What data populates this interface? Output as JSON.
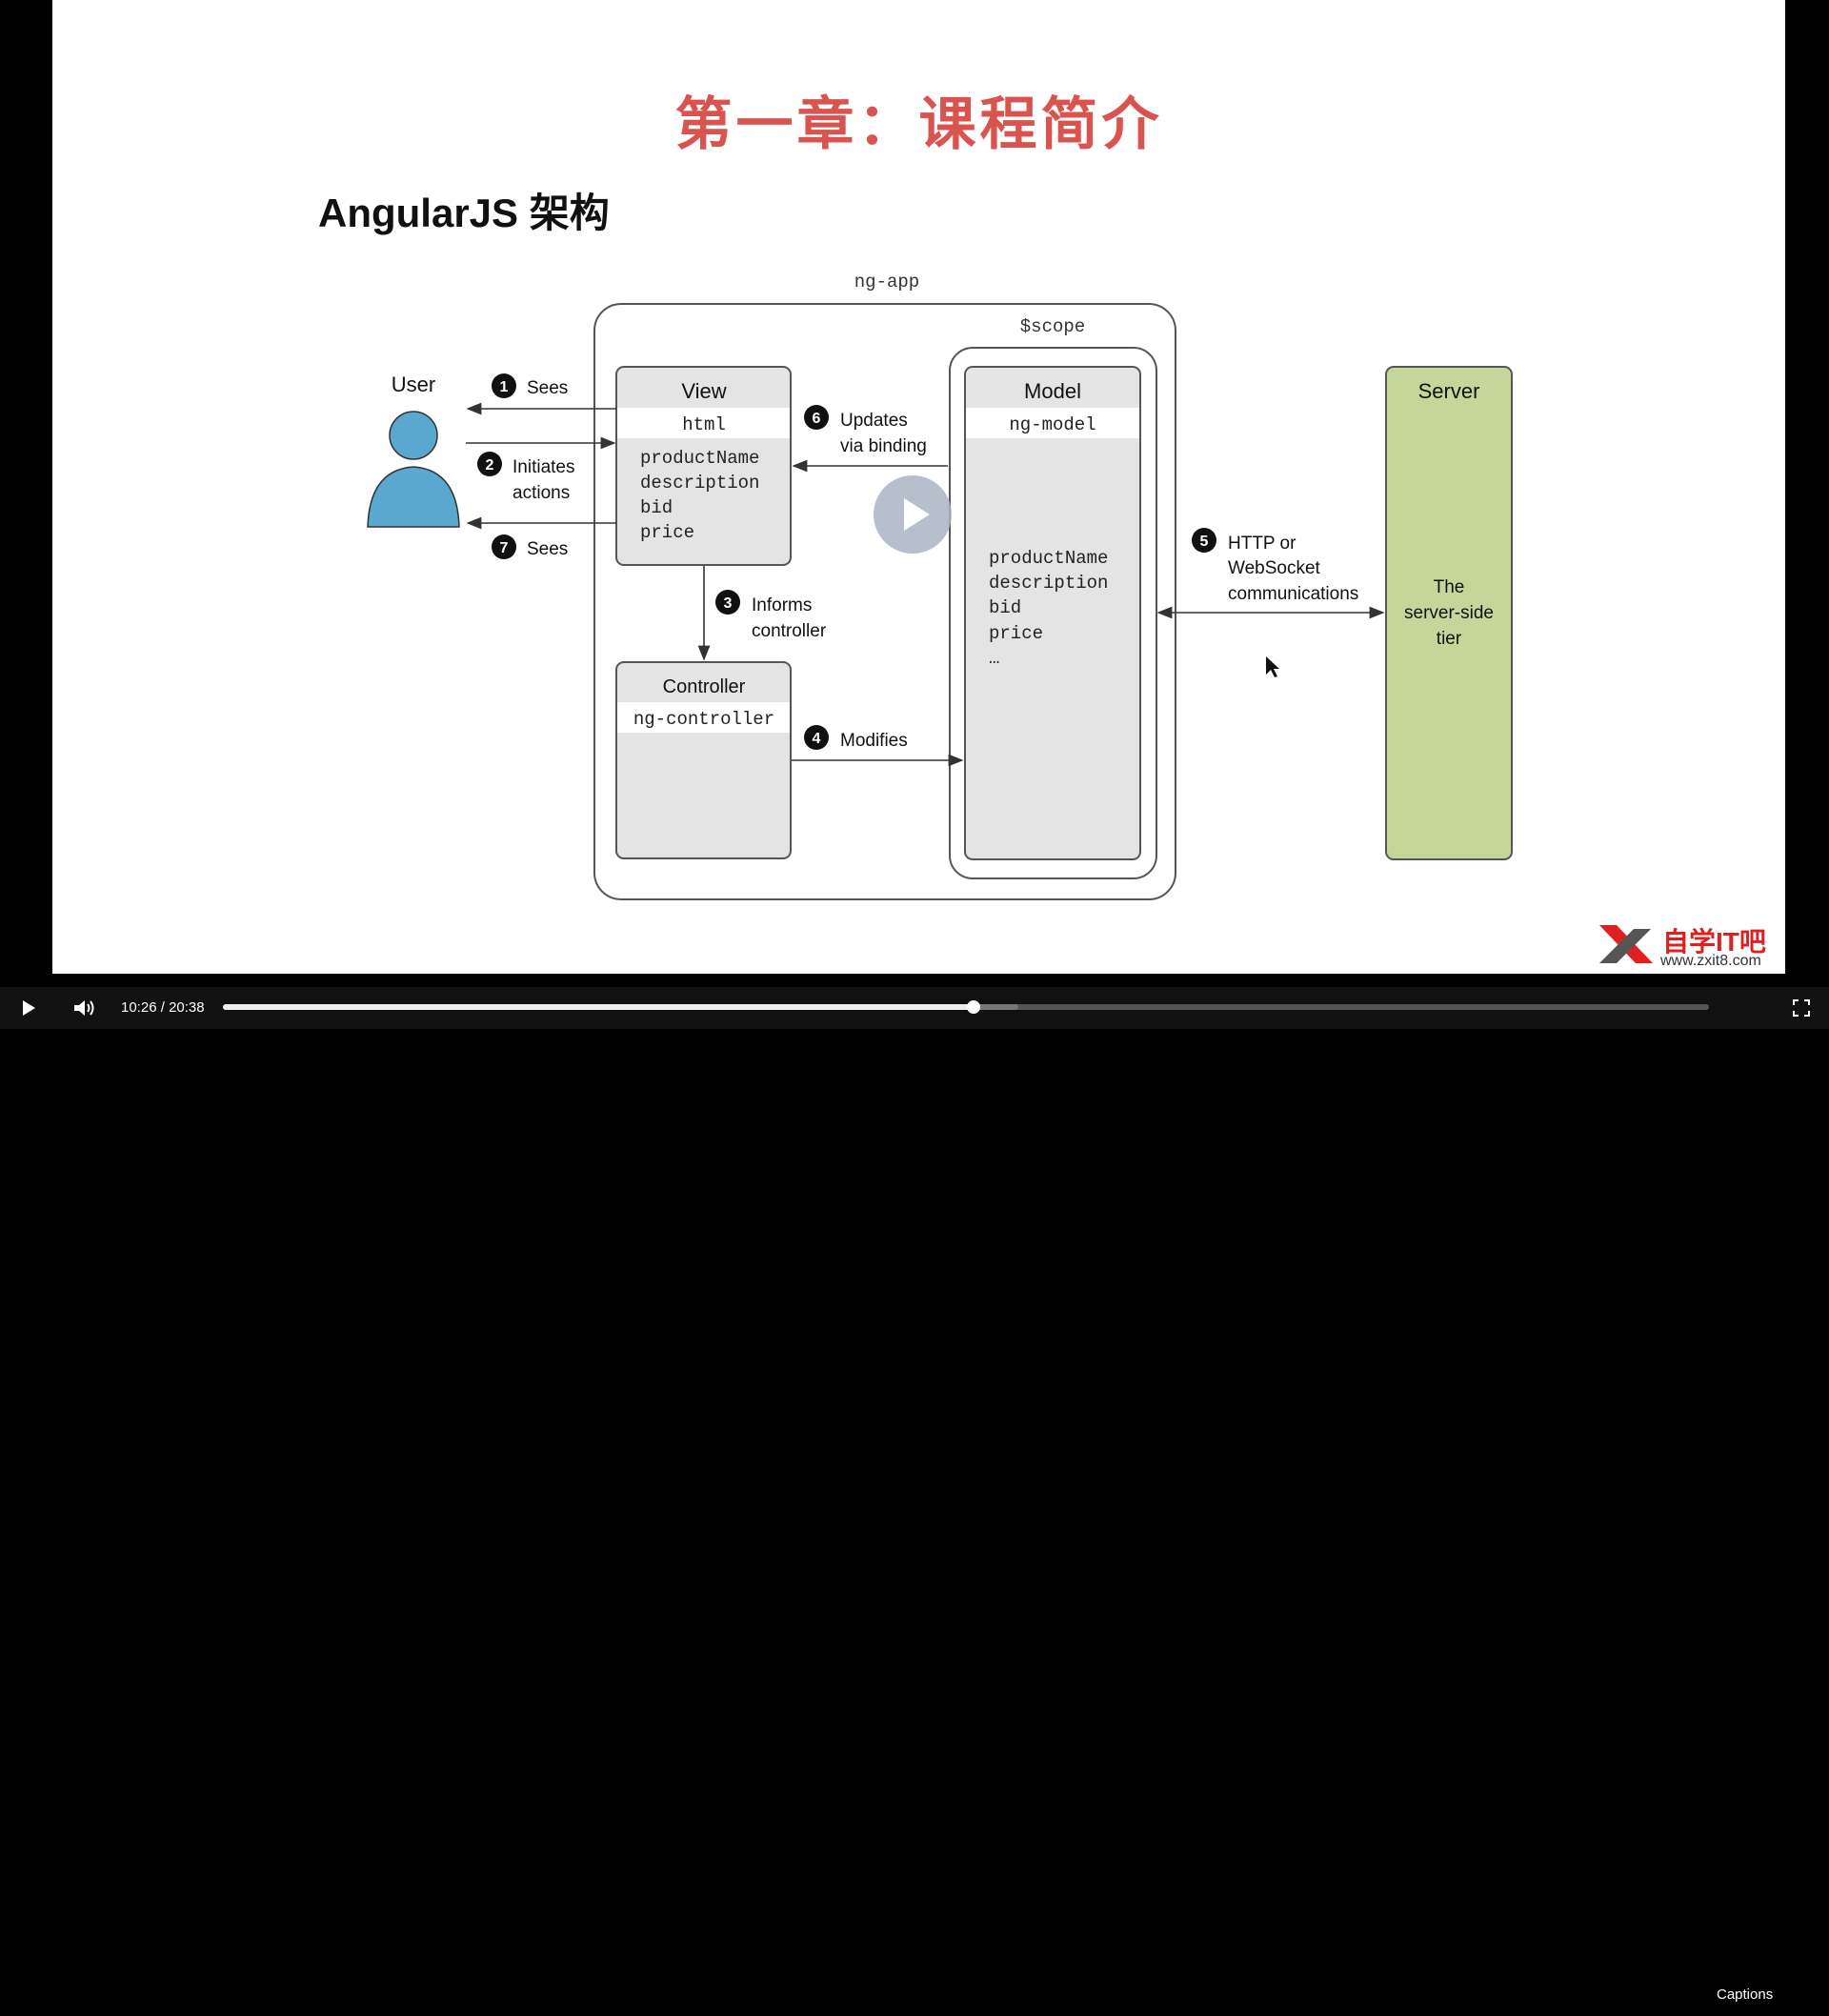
{
  "slide": {
    "title": "第一章：课程简介",
    "subtitle": "AngularJS 架构"
  },
  "diagram": {
    "ng_app_label": "ng-app",
    "scope_label": "$scope",
    "user_label": "User",
    "view": {
      "title": "View",
      "tag": "html",
      "fields": [
        "productName",
        "description",
        "bid",
        "price"
      ]
    },
    "controller": {
      "title": "Controller",
      "tag": "ng-controller"
    },
    "model": {
      "title": "Model",
      "tag": "ng-model",
      "fields": [
        "productName",
        "description",
        "bid",
        "price",
        "…"
      ]
    },
    "server": {
      "title": "Server",
      "desc": [
        "The",
        "server-side",
        "tier"
      ]
    },
    "steps": {
      "s1": {
        "num": "1",
        "lines": [
          "Sees"
        ]
      },
      "s2": {
        "num": "2",
        "lines": [
          "Initiates",
          "actions"
        ]
      },
      "s3": {
        "num": "3",
        "lines": [
          "Informs",
          "controller"
        ]
      },
      "s4": {
        "num": "4",
        "lines": [
          "Modifies"
        ]
      },
      "s5": {
        "num": "5",
        "lines": [
          "HTTP or",
          "WebSocket",
          "communications"
        ]
      },
      "s6": {
        "num": "6",
        "lines": [
          "Updates",
          "via binding"
        ]
      },
      "s7": {
        "num": "7",
        "lines": [
          "Sees"
        ]
      }
    },
    "colors": {
      "user": "#5aa7cf",
      "server": "#c5d69b",
      "box": "#e4e4e4"
    }
  },
  "watermark": {
    "brand": "自学IT吧",
    "url": "www.zxit8.com"
  },
  "player": {
    "current_time": "10:26",
    "separator": "/",
    "duration": "20:38",
    "progress_percent": 50.5,
    "buffered_percent": 53.5,
    "captions_label": "Captions",
    "icons": {
      "play": "play-icon",
      "volume": "volume-icon",
      "fullscreen": "fullscreen-icon"
    }
  }
}
